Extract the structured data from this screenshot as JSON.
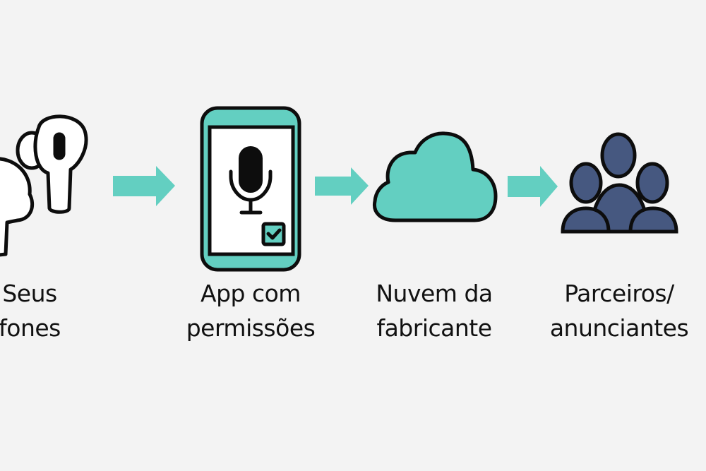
{
  "colors": {
    "background": "#f3f3f3",
    "accent": "#63cfc1",
    "people": "#465880",
    "outline": "#0d0d0d"
  },
  "steps": [
    {
      "icon": "earbuds-icon",
      "line1": "Seus",
      "line2": "fones"
    },
    {
      "icon": "phone-microphone-icon",
      "line1": "App com",
      "line2": "permissões"
    },
    {
      "icon": "cloud-icon",
      "line1": "Nuvem da",
      "line2": "fabricante"
    },
    {
      "icon": "people-group-icon",
      "line1": "Parceiros/",
      "line2": "anunciantes"
    }
  ]
}
